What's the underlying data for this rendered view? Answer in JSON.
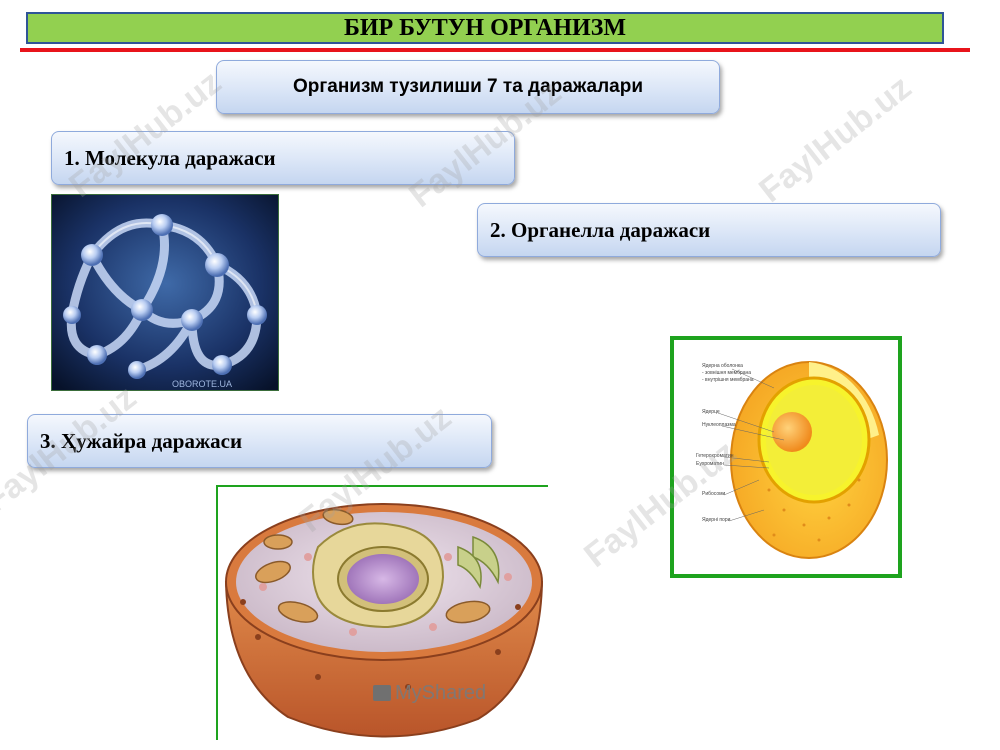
{
  "slide": {
    "title": "БИР БУТУН ОРГАНИЗМ",
    "subtitle": "Организм тузилиши 7 та даражалари",
    "levels": [
      {
        "label": "1. Молекула даражаси"
      },
      {
        "label": "2. Органелла даражаси"
      },
      {
        "label": "3. Ҳужайра даражаси"
      }
    ]
  },
  "images": {
    "molecule": {
      "caption": "OBOROTE.UA"
    },
    "cell_diagram": {
      "labels": [
        "Ядерна оболонка",
        "- зовнішня мембрана",
        "- внутрішня мембрана",
        "Ядерце",
        "Нуклеоплазма",
        "Гетерохроматин",
        "Еухроматин",
        "Рибосоми",
        "Ядерні пори"
      ]
    },
    "cell_3d": {
      "watermark": "MyShared"
    }
  },
  "watermarks": [
    "FaylHub.uz",
    "FaylHub.uz",
    "FaylHub.uz",
    "FaylHub.uz",
    "FaylHub.uz",
    "FaylHub.uz"
  ],
  "colors": {
    "title_bg": "#92d050",
    "title_border": "#2f5597",
    "rule": "#e8141b",
    "frame": "#1ea31e"
  }
}
